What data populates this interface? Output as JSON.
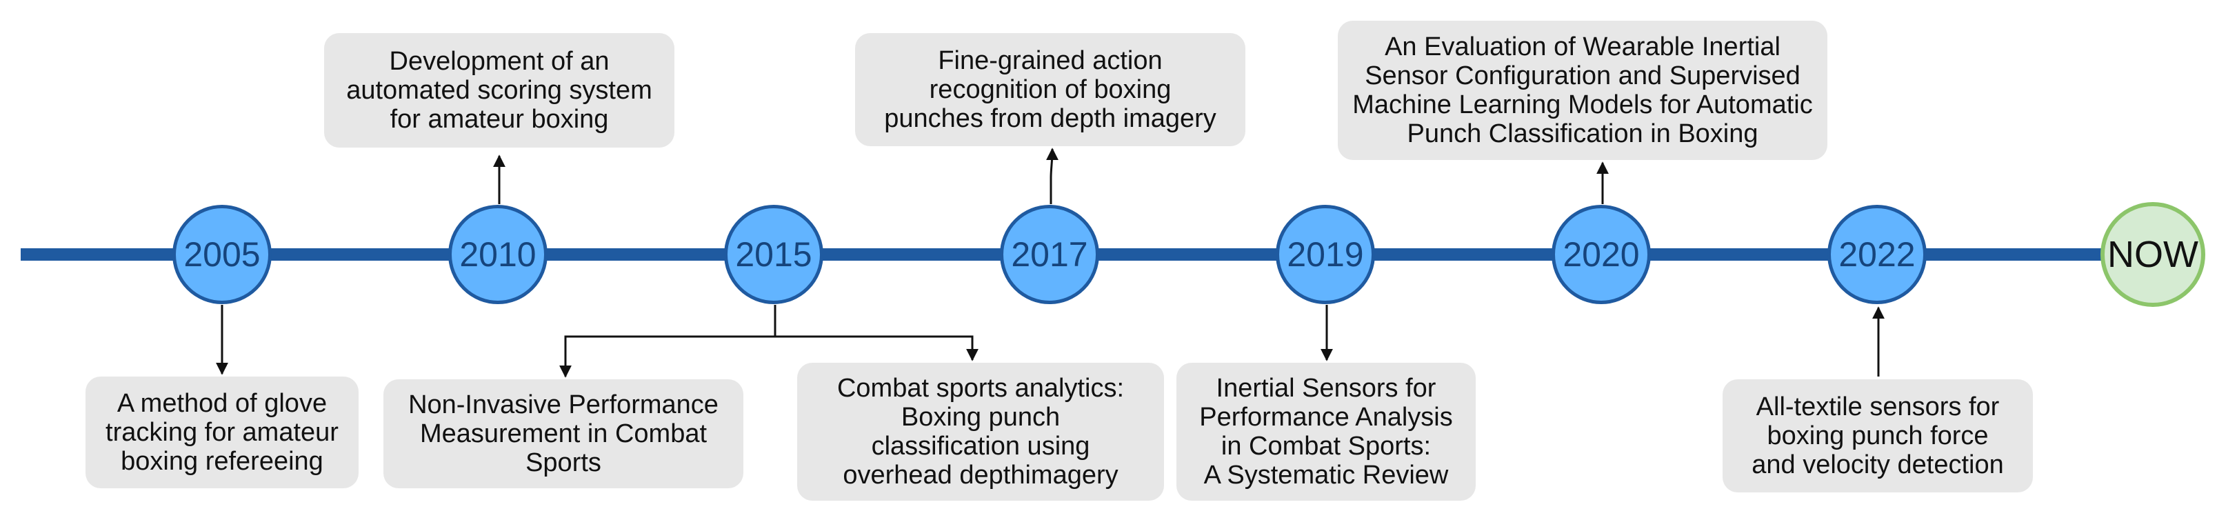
{
  "timeline": {
    "nodes": [
      {
        "label": "2005"
      },
      {
        "label": "2010"
      },
      {
        "label": "2015"
      },
      {
        "label": "2017"
      },
      {
        "label": "2019"
      },
      {
        "label": "2020"
      },
      {
        "label": "2022"
      },
      {
        "label": "NOW"
      }
    ],
    "papers": [
      {
        "year": "2010",
        "text": "Development of an\nautomated scoring system\nfor amateur boxing"
      },
      {
        "year": "2017",
        "text": "Fine-grained action\nrecognition of boxing\npunches from depth imagery"
      },
      {
        "year": "2020",
        "text": "An Evaluation of Wearable Inertial\nSensor Configuration and Supervised\nMachine Learning Models for Automatic\nPunch Classification in Boxing"
      },
      {
        "year": "2005",
        "text": "A method of glove\ntracking for amateur\nboxing refereeing"
      },
      {
        "year": "2015",
        "text": "Non-Invasive Performance\nMeasurement in Combat\nSports"
      },
      {
        "year": "2015",
        "text": "Combat sports analytics:\nBoxing punch\nclassification using\noverhead depthimagery"
      },
      {
        "year": "2019",
        "text": "Inertial Sensors for\nPerformance Analysis\nin Combat Sports:\nA Systematic Review"
      },
      {
        "year": "2022",
        "text": "All-textile sensors for\nboxing punch force\nand velocity detection"
      }
    ],
    "colors": {
      "axis": "#1f5aa0",
      "node_fill": "#62b4ff",
      "node_text": "#16447c",
      "now_fill": "#d5ebd2",
      "now_border": "#8cc56a",
      "box_fill": "#e7e7e7"
    }
  }
}
